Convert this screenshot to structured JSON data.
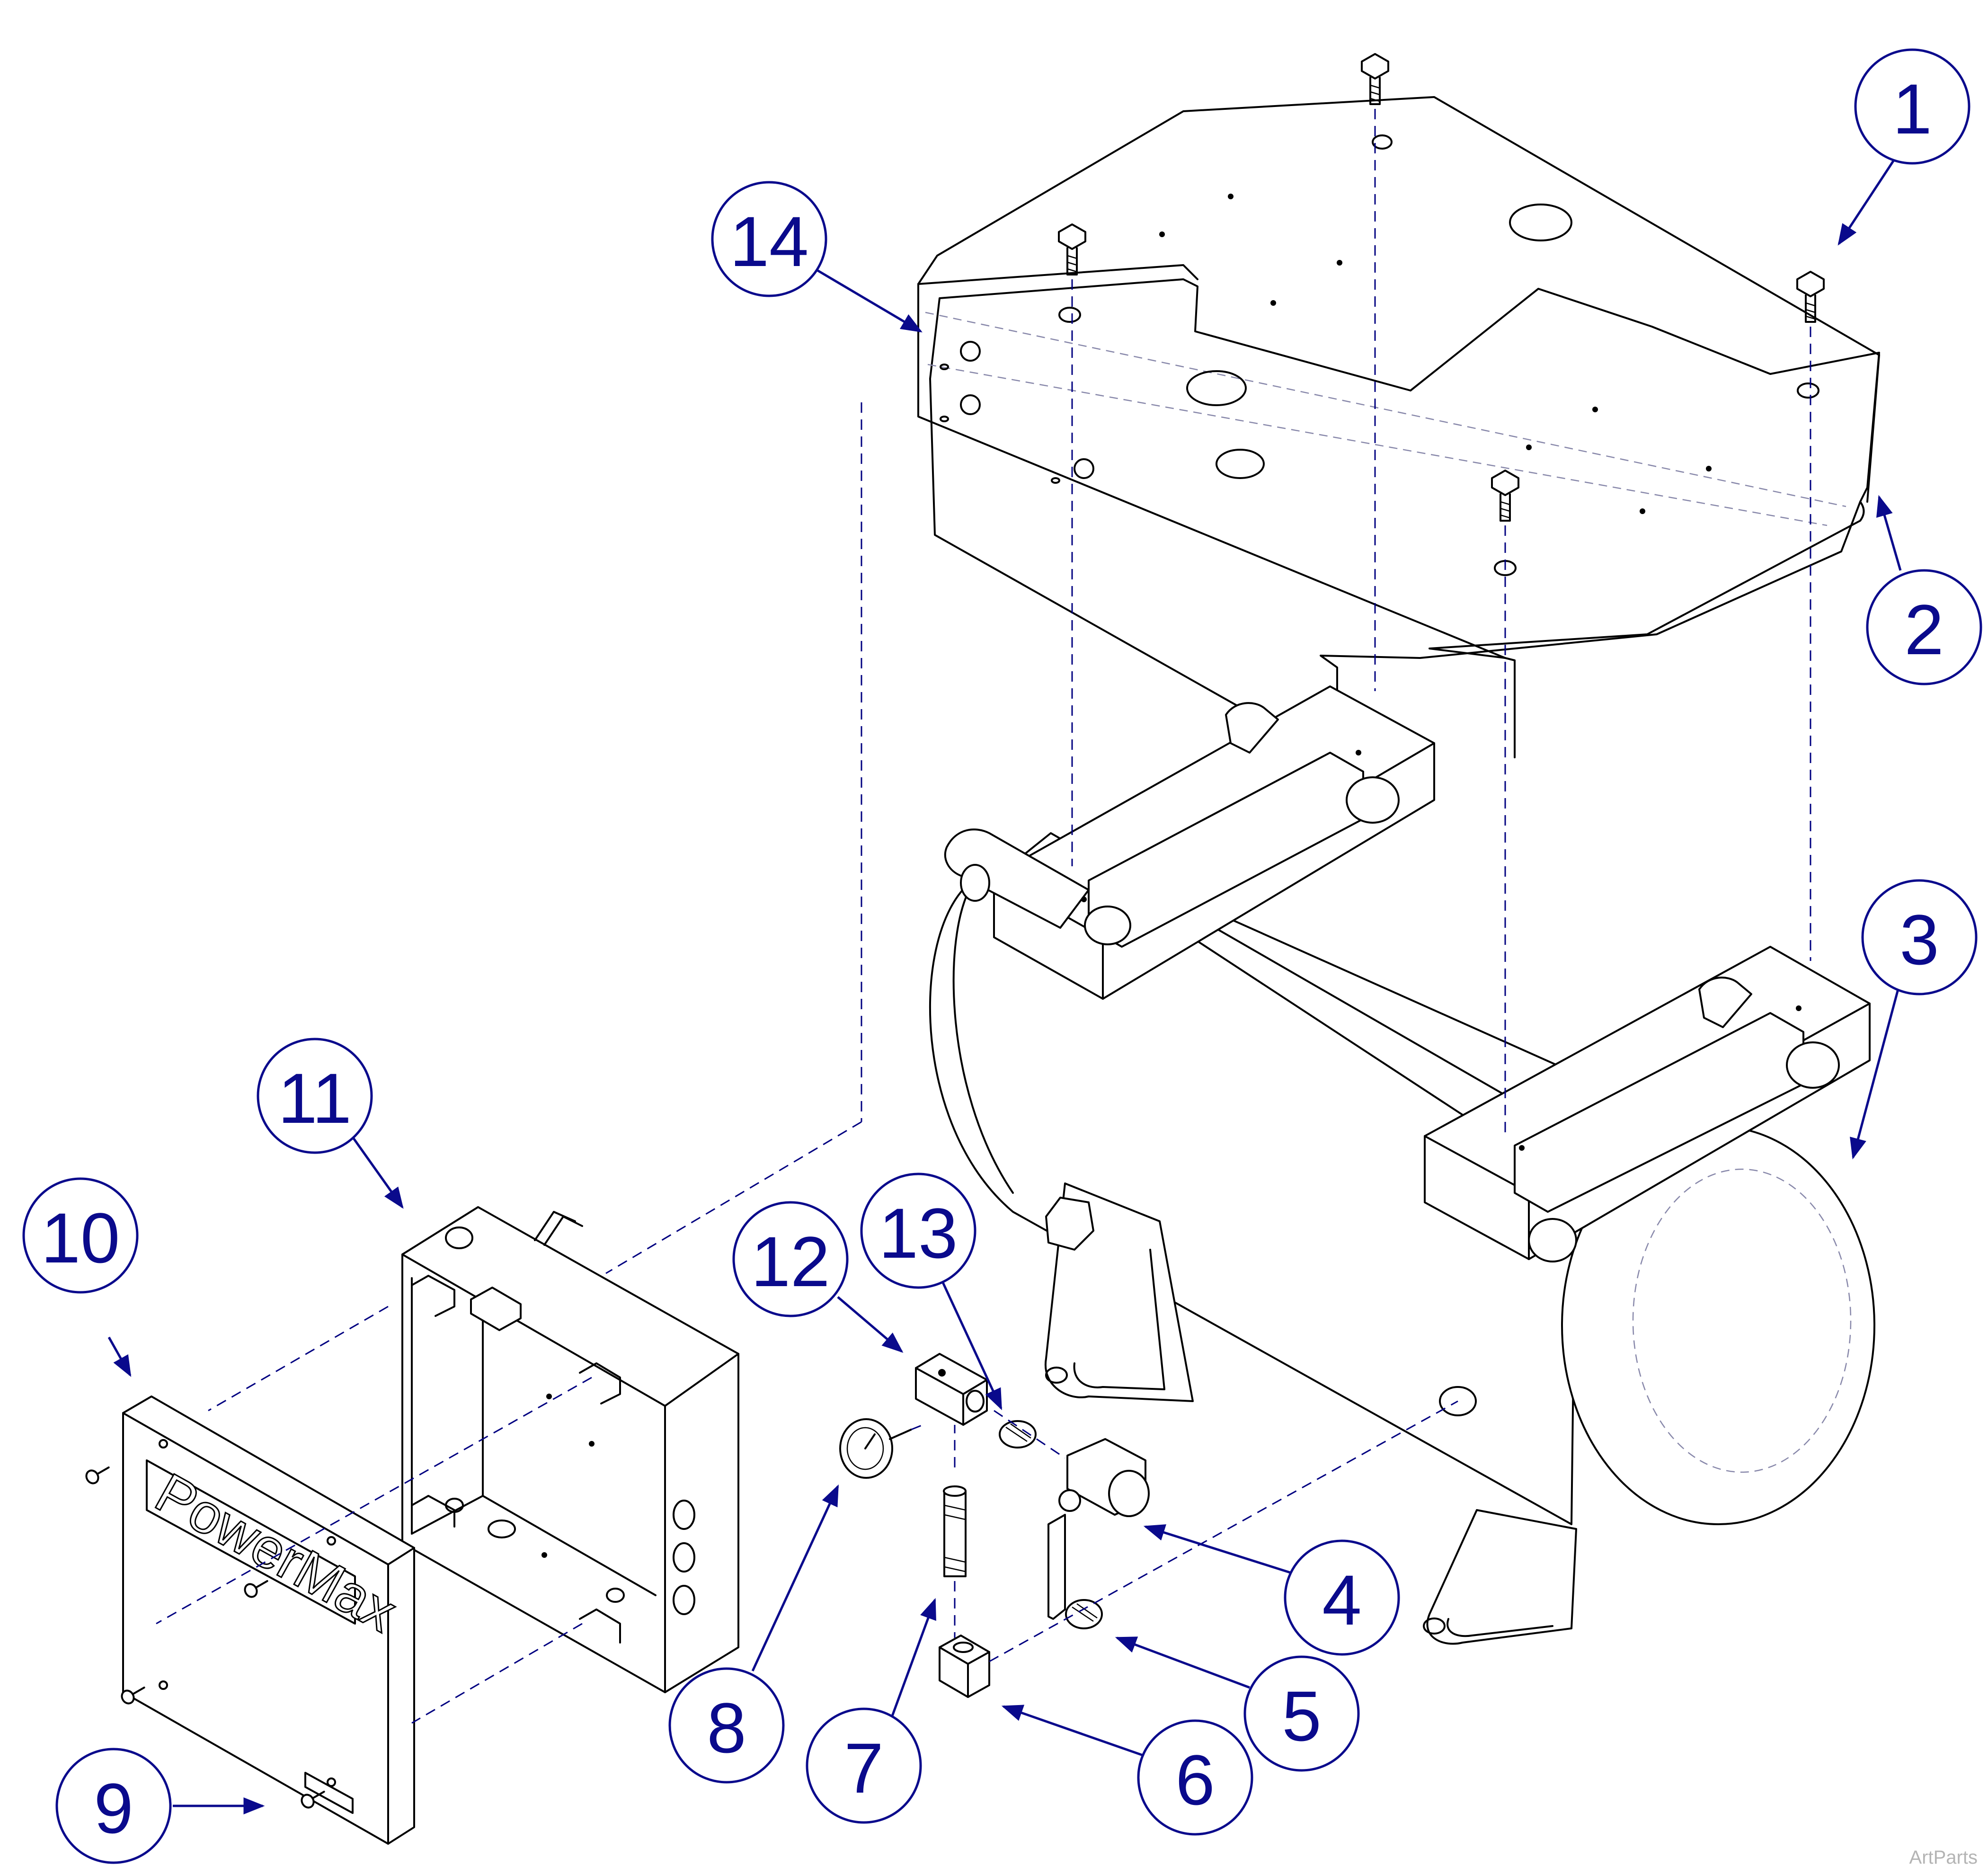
{
  "brand_label": "PowerMax",
  "credit": "ArtParts",
  "callouts": [
    "1",
    "2",
    "3",
    "4",
    "5",
    "6",
    "7",
    "8",
    "9",
    "10",
    "11",
    "12",
    "13",
    "14"
  ]
}
